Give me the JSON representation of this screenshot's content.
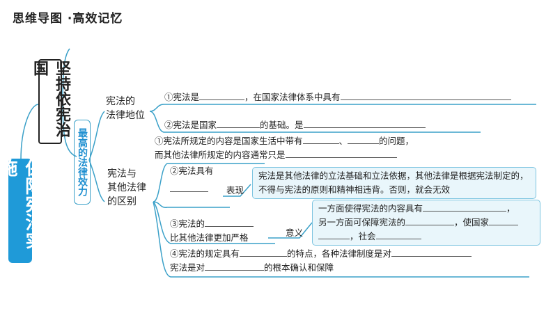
{
  "header": {
    "title": "思维导图 ·高效记忆"
  },
  "root": {
    "label": "保障宪法实施"
  },
  "branch": {
    "label": "坚持依宪治国"
  },
  "sub": {
    "label": "最高的法律效力"
  },
  "cat1": {
    "label_l1": "宪法的",
    "label_l2": "法律地位",
    "items": [
      {
        "parts": [
          "①宪法是",
          "，在国家法律体系中具有"
        ]
      },
      {
        "parts": [
          "②宪法是国家",
          "的基础。是"
        ]
      }
    ]
  },
  "cat2": {
    "label_l1": "宪法与",
    "label_l2": "其他法律",
    "label_l3": "的区别",
    "item1": {
      "l1a": "①宪法所规定的内容是国家生活中带有",
      "l1b": "、",
      "l1c": "的问题，",
      "l2": "而其他法律所规定的内容通常只是"
    },
    "item2": {
      "text": "②宪法具有",
      "tag": "表现",
      "note": "宪法是其他法律的立法基础和立法依据，其他法律是根据宪法制定的，不得与宪法的原则和精神相违背。否则，就会无效"
    },
    "item3": {
      "l1": "③宪法的",
      "l2": "比其他法律更加严格",
      "tag": "意义",
      "note_l1": "一方面使得宪法的内容具有",
      "note_l1b": "，",
      "note_l2": "另一方面可保障宪法的",
      "note_l2b": "，使国家",
      "note_l3": "，社会"
    },
    "item4": {
      "l1a": "④宪法的规定具有",
      "l1b": "的特点，各种法律制度是对",
      "l2a": "宪法是对",
      "l2b": "的根本确认和保障"
    }
  }
}
